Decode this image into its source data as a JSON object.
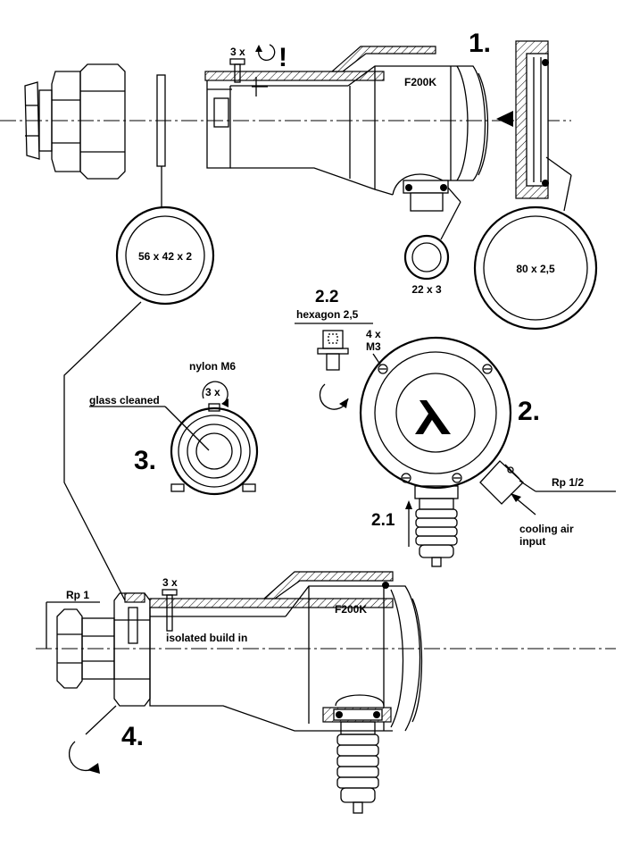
{
  "step_labels": {
    "step1": "1.",
    "step2": "2.",
    "step2_1": "2.1",
    "step2_2": "2.2",
    "step3": "3.",
    "step4": "4."
  },
  "model_labels": {
    "top_housing": "F200K",
    "bottom_housing": "F200K"
  },
  "seals": {
    "window_gasket": "56 x 42 x 2",
    "oring_small": "22 x 3",
    "oring_large": "80 x 2,5"
  },
  "annotations": {
    "screws_top": "3 x",
    "warning_mark": "!",
    "hexagon": "hexagon 2,5",
    "screws_m3_count": "4 x",
    "screws_m3_size": "M3",
    "nylon": "nylon M6",
    "nylon_count": "3 x",
    "glass_cleaned": "glass cleaned",
    "rp_half": "Rp 1/2",
    "cooling_air_1": "cooling air",
    "cooling_air_2": "input",
    "rp_one": "Rp 1",
    "screws_bottom": "3 x",
    "isolated": "isolated build in"
  },
  "colors": {
    "line": "#000000",
    "background": "#ffffff"
  }
}
